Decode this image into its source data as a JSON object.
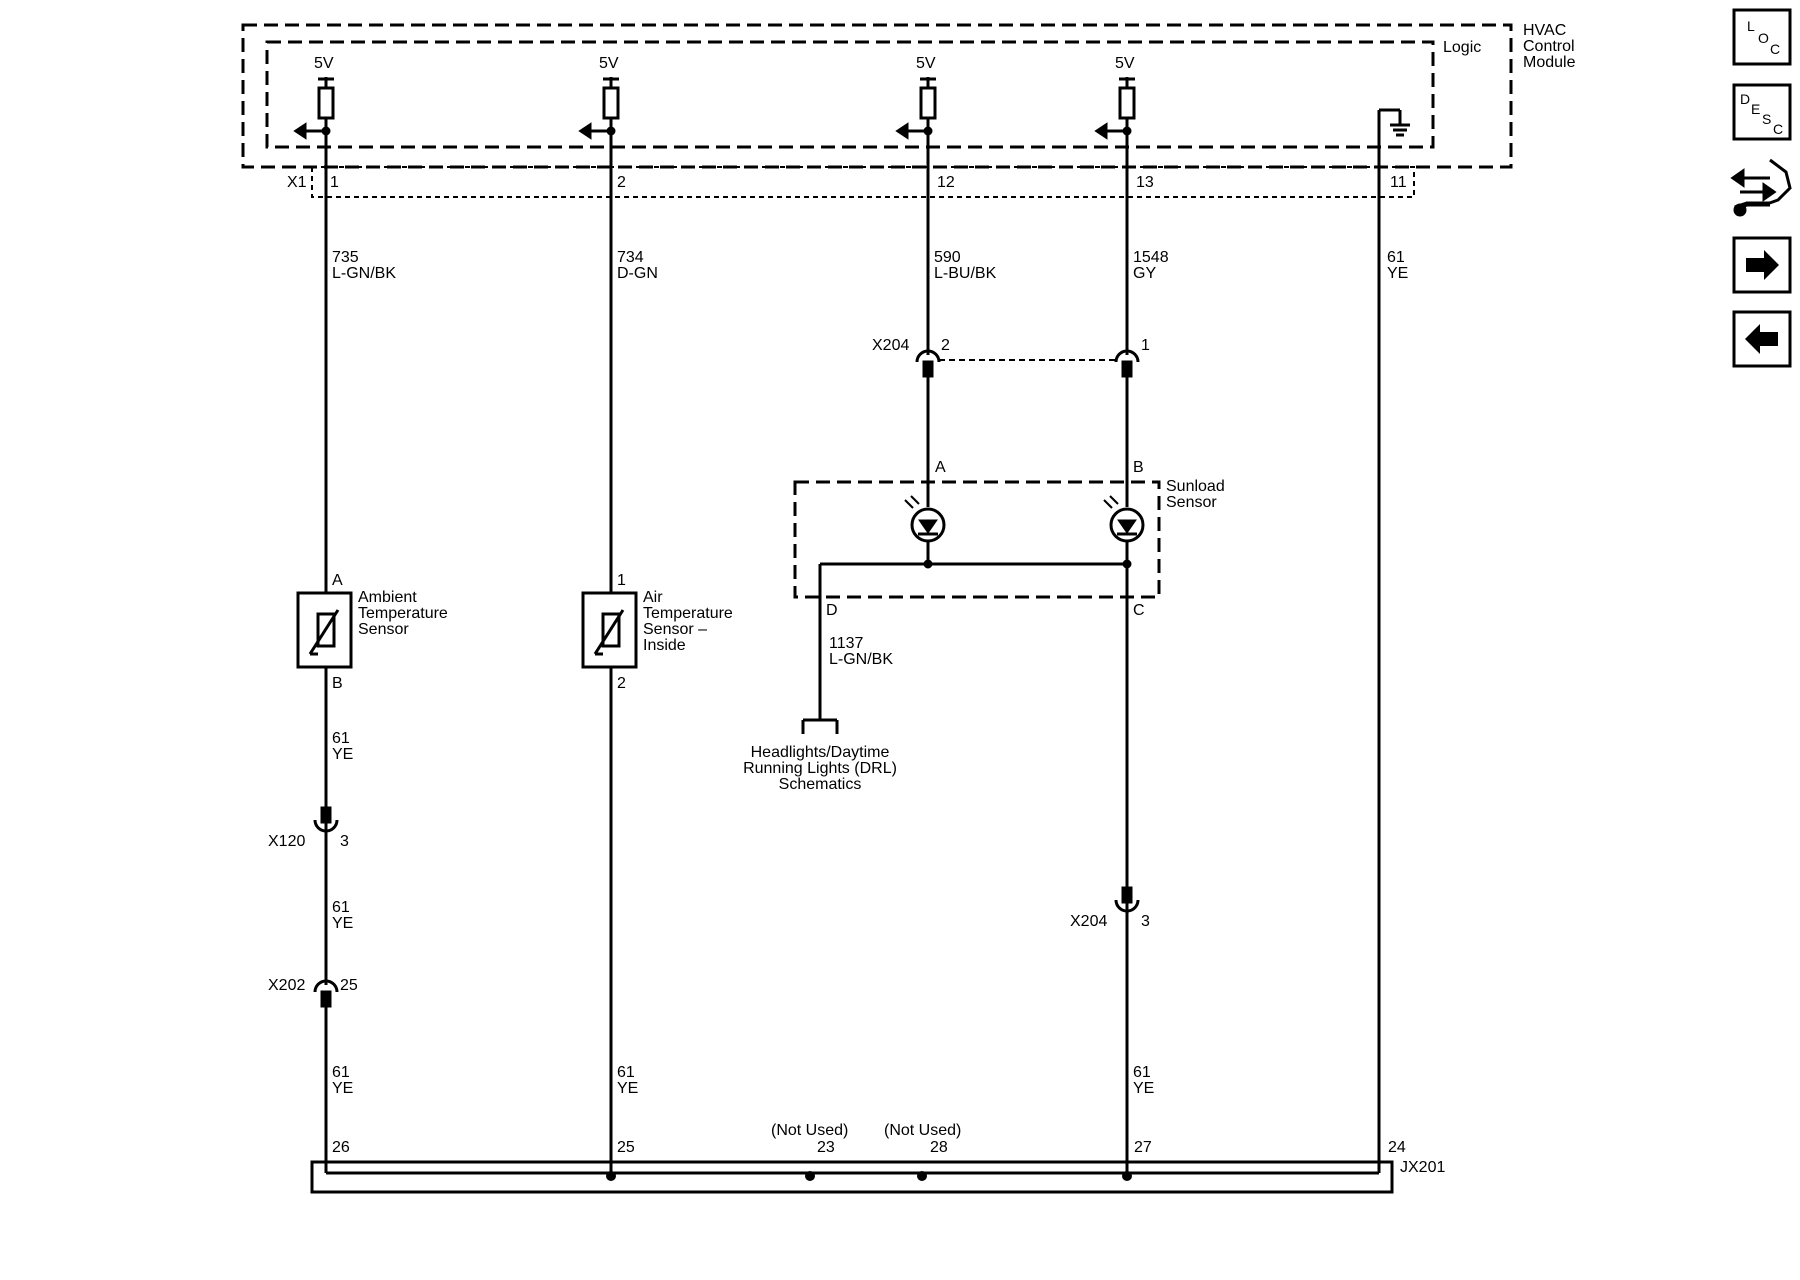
{
  "module": {
    "title_lines": [
      "HVAC",
      "Control",
      "Module"
    ],
    "logic_label": "Logic",
    "connector": "X1",
    "supply_voltage": "5V"
  },
  "module_pins": [
    "1",
    "2",
    "12",
    "13",
    "11"
  ],
  "wires": {
    "w735": [
      "735",
      "L-GN/BK"
    ],
    "w734": [
      "734",
      "D-GN"
    ],
    "w590": [
      "590",
      "L-BU/BK"
    ],
    "w1548": [
      "1548",
      "GY"
    ],
    "w61_ground": [
      "61",
      "YE"
    ],
    "w61_ambient_lower": [
      "61",
      "YE"
    ],
    "w61_x120_lower": [
      "61",
      "YE"
    ],
    "w61_x202_lower": [
      "61",
      "YE"
    ],
    "w61_inside_lower": [
      "61",
      "YE"
    ],
    "w61_sunload_lower": [
      "61",
      "YE"
    ],
    "w1137": [
      "1137",
      "L-GN/BK"
    ]
  },
  "connectors": {
    "x204_top": {
      "name": "X204",
      "pin_a": "2",
      "pin_b": "1"
    },
    "x120": {
      "name": "X120",
      "pin": "3"
    },
    "x202": {
      "name": "X202",
      "pin": "25"
    },
    "x204_bottom": {
      "name": "X204",
      "pin": "3"
    }
  },
  "components": {
    "ambient": {
      "lines": [
        "Ambient",
        "Temperature",
        "Sensor"
      ],
      "pin_top": "A",
      "pin_bottom": "B"
    },
    "inside": {
      "lines": [
        "Air",
        "Temperature",
        "Sensor –",
        "Inside"
      ],
      "pin_top": "1",
      "pin_bottom": "2"
    },
    "sunload": {
      "lines": [
        "Sunload",
        "Sensor"
      ],
      "pin_a": "A",
      "pin_b": "B",
      "pin_c": "C",
      "pin_d": "D"
    }
  },
  "reference": {
    "lines": [
      "Headlights/Daytime",
      "Running Lights (DRL)",
      "Schematics"
    ]
  },
  "splice": {
    "name": "JX201",
    "pins": [
      "26",
      "25",
      "23",
      "28",
      "27",
      "24"
    ],
    "not_used": "(Not Used)"
  },
  "nav_icons": [
    "loc-icon",
    "desc-icon",
    "repair-icon",
    "next-arrow-icon",
    "previous-arrow-icon"
  ],
  "nav_text": {
    "loc": [
      "L",
      "O",
      "C"
    ],
    "desc": [
      "D",
      "E",
      "S",
      "C"
    ]
  }
}
